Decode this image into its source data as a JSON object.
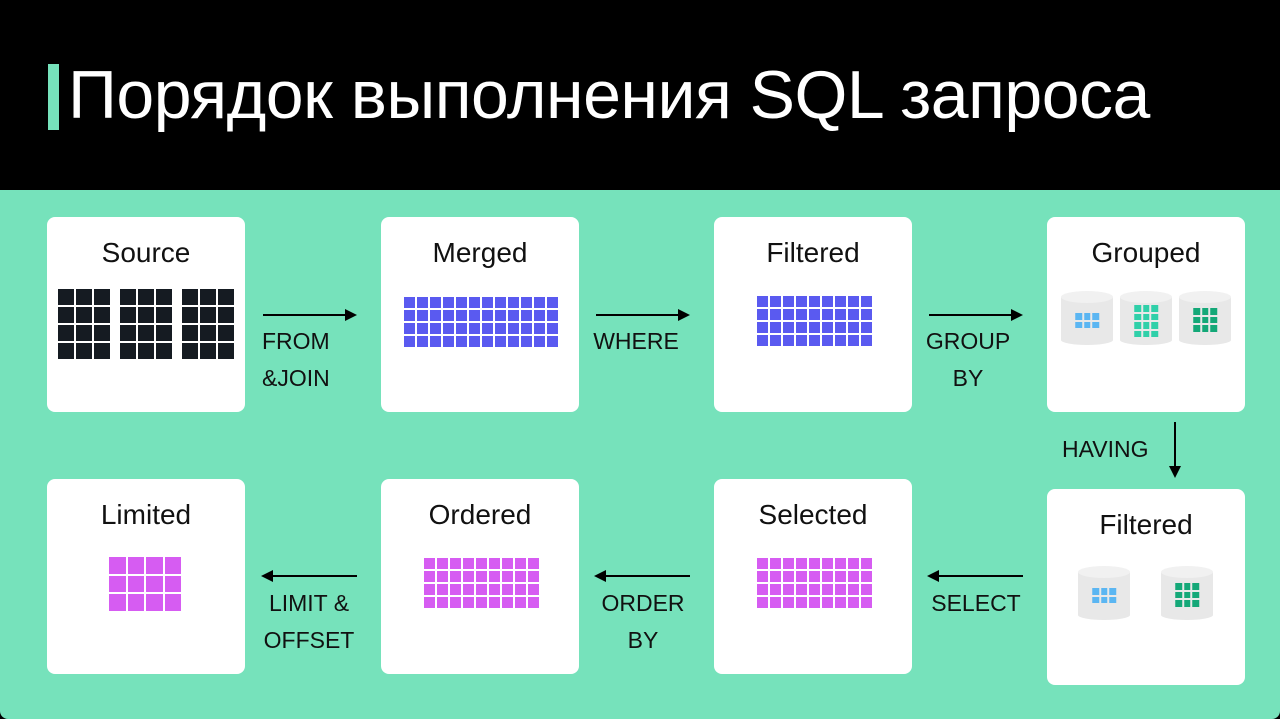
{
  "header": {
    "title": "Порядок выполнения SQL запроса",
    "accent_color": "#76e2bb"
  },
  "colors": {
    "background": "#76e2bb",
    "card": "#ffffff",
    "source_cells": "#151b22",
    "blue_cells": "#5a5af0",
    "purple_cells": "#d65cf2",
    "light_blue_cells": "#5bb6f2",
    "teal_cells": "#2fd0a9",
    "green_cells": "#14a878"
  },
  "stages": [
    {
      "id": "source",
      "label": "Source"
    },
    {
      "id": "merged",
      "label": "Merged"
    },
    {
      "id": "filtered",
      "label": "Filtered"
    },
    {
      "id": "grouped",
      "label": "Grouped"
    },
    {
      "id": "having-filtered",
      "label": "Filtered"
    },
    {
      "id": "selected",
      "label": "Selected"
    },
    {
      "id": "ordered",
      "label": "Ordered"
    },
    {
      "id": "limited",
      "label": "Limited"
    }
  ],
  "transitions": [
    {
      "from": "source",
      "to": "merged",
      "line1": "FROM",
      "line2": "&JOIN"
    },
    {
      "from": "merged",
      "to": "filtered",
      "line1": "WHERE",
      "line2": ""
    },
    {
      "from": "filtered",
      "to": "grouped",
      "line1": "GROUP",
      "line2": "BY"
    },
    {
      "from": "grouped",
      "to": "having-filtered",
      "line1": "HAVING",
      "line2": ""
    },
    {
      "from": "having-filtered",
      "to": "selected",
      "line1": "SELECT",
      "line2": ""
    },
    {
      "from": "selected",
      "to": "ordered",
      "line1": "ORDER",
      "line2": "BY"
    },
    {
      "from": "ordered",
      "to": "limited",
      "line1": "LIMIT &",
      "line2": "OFFSET"
    }
  ],
  "grids": {
    "source_tables": [
      {
        "cols": 3,
        "rows": 4
      },
      {
        "cols": 3,
        "rows": 4
      },
      {
        "cols": 3,
        "rows": 4
      }
    ],
    "merged": {
      "cols": 12,
      "rows": 4
    },
    "filtered": {
      "cols": 9,
      "rows": 4
    },
    "grouped": [
      {
        "cols": 3,
        "rows": 2,
        "color": "light_blue"
      },
      {
        "cols": 3,
        "rows": 4,
        "color": "teal"
      },
      {
        "cols": 3,
        "rows": 3,
        "color": "green"
      }
    ],
    "having_filtered": [
      {
        "cols": 3,
        "rows": 2,
        "color": "light_blue"
      },
      {
        "cols": 3,
        "rows": 3,
        "color": "green"
      }
    ],
    "selected": {
      "cols": 9,
      "rows": 4
    },
    "ordered": {
      "cols": 9,
      "rows": 4
    },
    "limited": {
      "cols": 4,
      "rows": 3
    }
  }
}
